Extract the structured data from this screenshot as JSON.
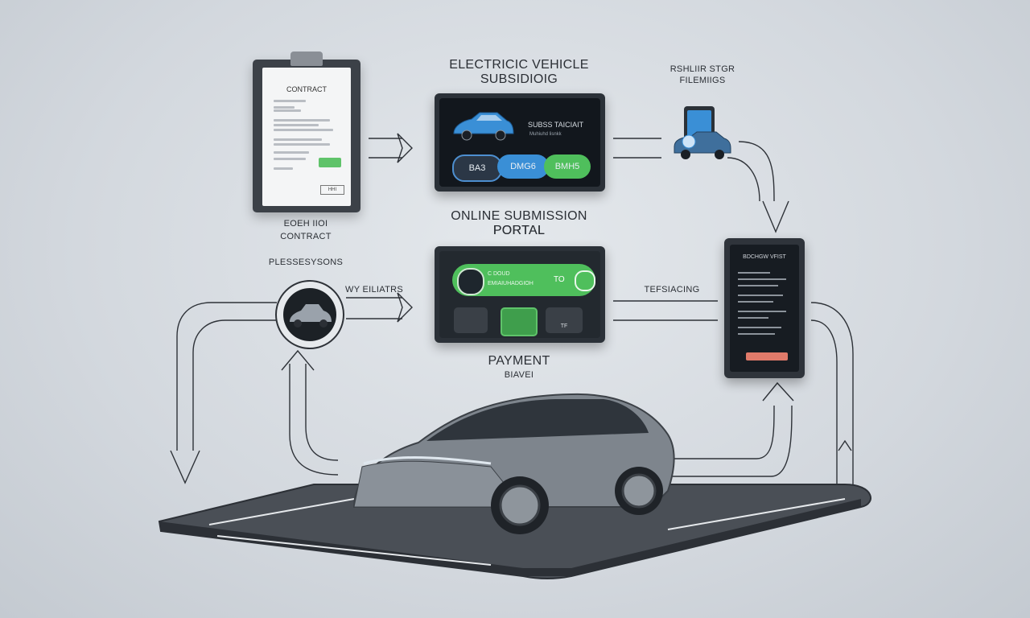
{
  "labels": {
    "ev_subsidy_title_1": "ELECTRICIC VEHICLE",
    "ev_subsidy_title_2": "SUBSIDIOIG",
    "registration_1": "RSHLIIR STGR",
    "registration_2": "FILEMIIGS",
    "contract_caption_1": "EOEH IIOI",
    "contract_caption_2": "CONTRACT",
    "online_portal_1": "ONLINE SUBMISSION PORTAL",
    "online_portal_2": "PORTAL",
    "plesses": "PLESSESYSONS",
    "wy_eliatrs": "WY EILIATRS",
    "tefsiacing": "TEFSIACING",
    "payment_1": "PAYMENT",
    "payment_2": "BIAVEI"
  },
  "clipboard": {
    "title": "CONTRACT",
    "sign_label": "HHI"
  },
  "subsidy_panel": {
    "heading": "SUBSS TAICIAIT",
    "subheading": "Muhiuhd lisnkk",
    "pills": [
      "BA3",
      "DMG6",
      "BMH5"
    ]
  },
  "portal_panel": {
    "bar_text_1": "C DOUD",
    "bar_text_2": "EMIAIUHADGIOH",
    "bar_suffix": "TO",
    "buttons": [
      "",
      "",
      "TF"
    ]
  },
  "tablet": {
    "title": "BDCHGW VFIST"
  },
  "colors": {
    "accent_green": "#4fbf5c",
    "accent_blue": "#3a8fd6",
    "accent_red": "#e07a6a",
    "panel_dark": "#12171d"
  }
}
